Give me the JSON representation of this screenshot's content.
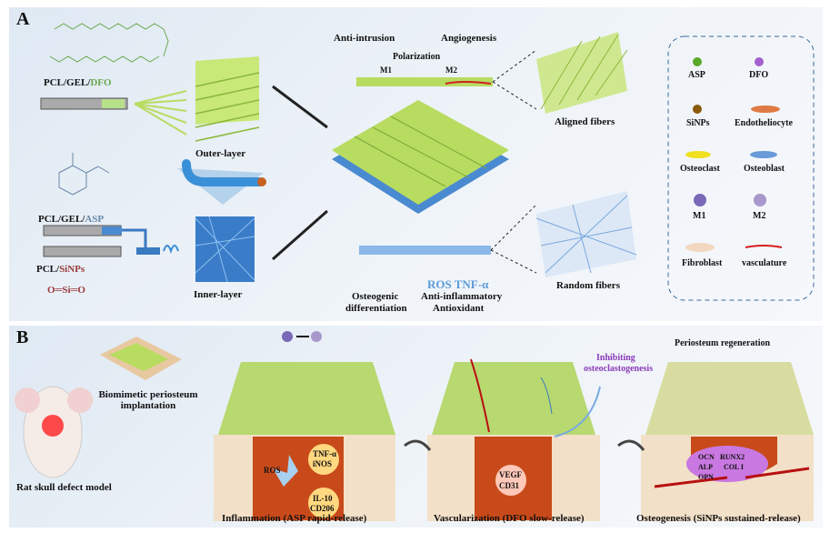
{
  "panel_a": {
    "label": "A",
    "dfo_prefix": "PCL/GEL/",
    "dfo_name": "DFO",
    "outer_layer": "Outer-layer",
    "asp_prefix": "PCL/GEL/",
    "asp_name": "ASP",
    "sinps_prefix": "PCL/",
    "sinps_name": "SiNPs",
    "sio2_formula": "O═Si═O",
    "inner_layer": "Inner-layer",
    "anti_intrusion": "Anti-intrusion",
    "angiogenesis": "Angiogenesis",
    "polarization": "Polarization",
    "m1": "M1",
    "m2": "M2",
    "aligned_fibers": "Aligned fibers",
    "random_fibers": "Random fibers",
    "osteogenic": "Osteogenic",
    "differentiation": "differentiation",
    "ros_tnf": "ROS TNF-α",
    "anti_inflammatory": "Anti-inflammatory",
    "antioxidant": "Antioxidant"
  },
  "legend": {
    "items": [
      {
        "label": "ASP",
        "color": "#5aa82a"
      },
      {
        "label": "DFO",
        "color": "#a45fd0"
      },
      {
        "label": "SiNPs",
        "color": "#8a5a0a"
      },
      {
        "label": "Endotheliocyte",
        "color": "#e07a45"
      },
      {
        "label": "Osteoclast",
        "color": "#f0e020"
      },
      {
        "label": "Osteoblast",
        "color": "#6a9ad8"
      },
      {
        "label": "M1",
        "color": "#7a68b8"
      },
      {
        "label": "M2",
        "color": "#a898cc"
      },
      {
        "label": "Fibroblast",
        "color": "#f2d8c0"
      },
      {
        "label": "vasculature",
        "color": "#d42020"
      }
    ]
  },
  "panel_b": {
    "label": "B",
    "implantation": "Biomimetic periosteum implantation",
    "rat_model": "Rat skull defect model",
    "ros": "ROS",
    "tnf": "TNF-α",
    "inos": "iNOS",
    "il10": "IL-10",
    "cd206": "CD206",
    "vegf": "VEGF",
    "cd31": "CD31",
    "inhibiting": "Inhibiting",
    "osteoclastogenesis": "osteoclastogenesis",
    "periosteum_regeneration": "Periosteum regeneration",
    "markers": [
      "OCN",
      "RUNX2",
      "ALP",
      "COL I",
      "OPN"
    ],
    "stage1": "Inflammation (ASP rapid-release)",
    "stage2": "Vascularization (DFO slow-release)",
    "stage3": "Osteogenesis (SiNPs sustained-release)"
  }
}
